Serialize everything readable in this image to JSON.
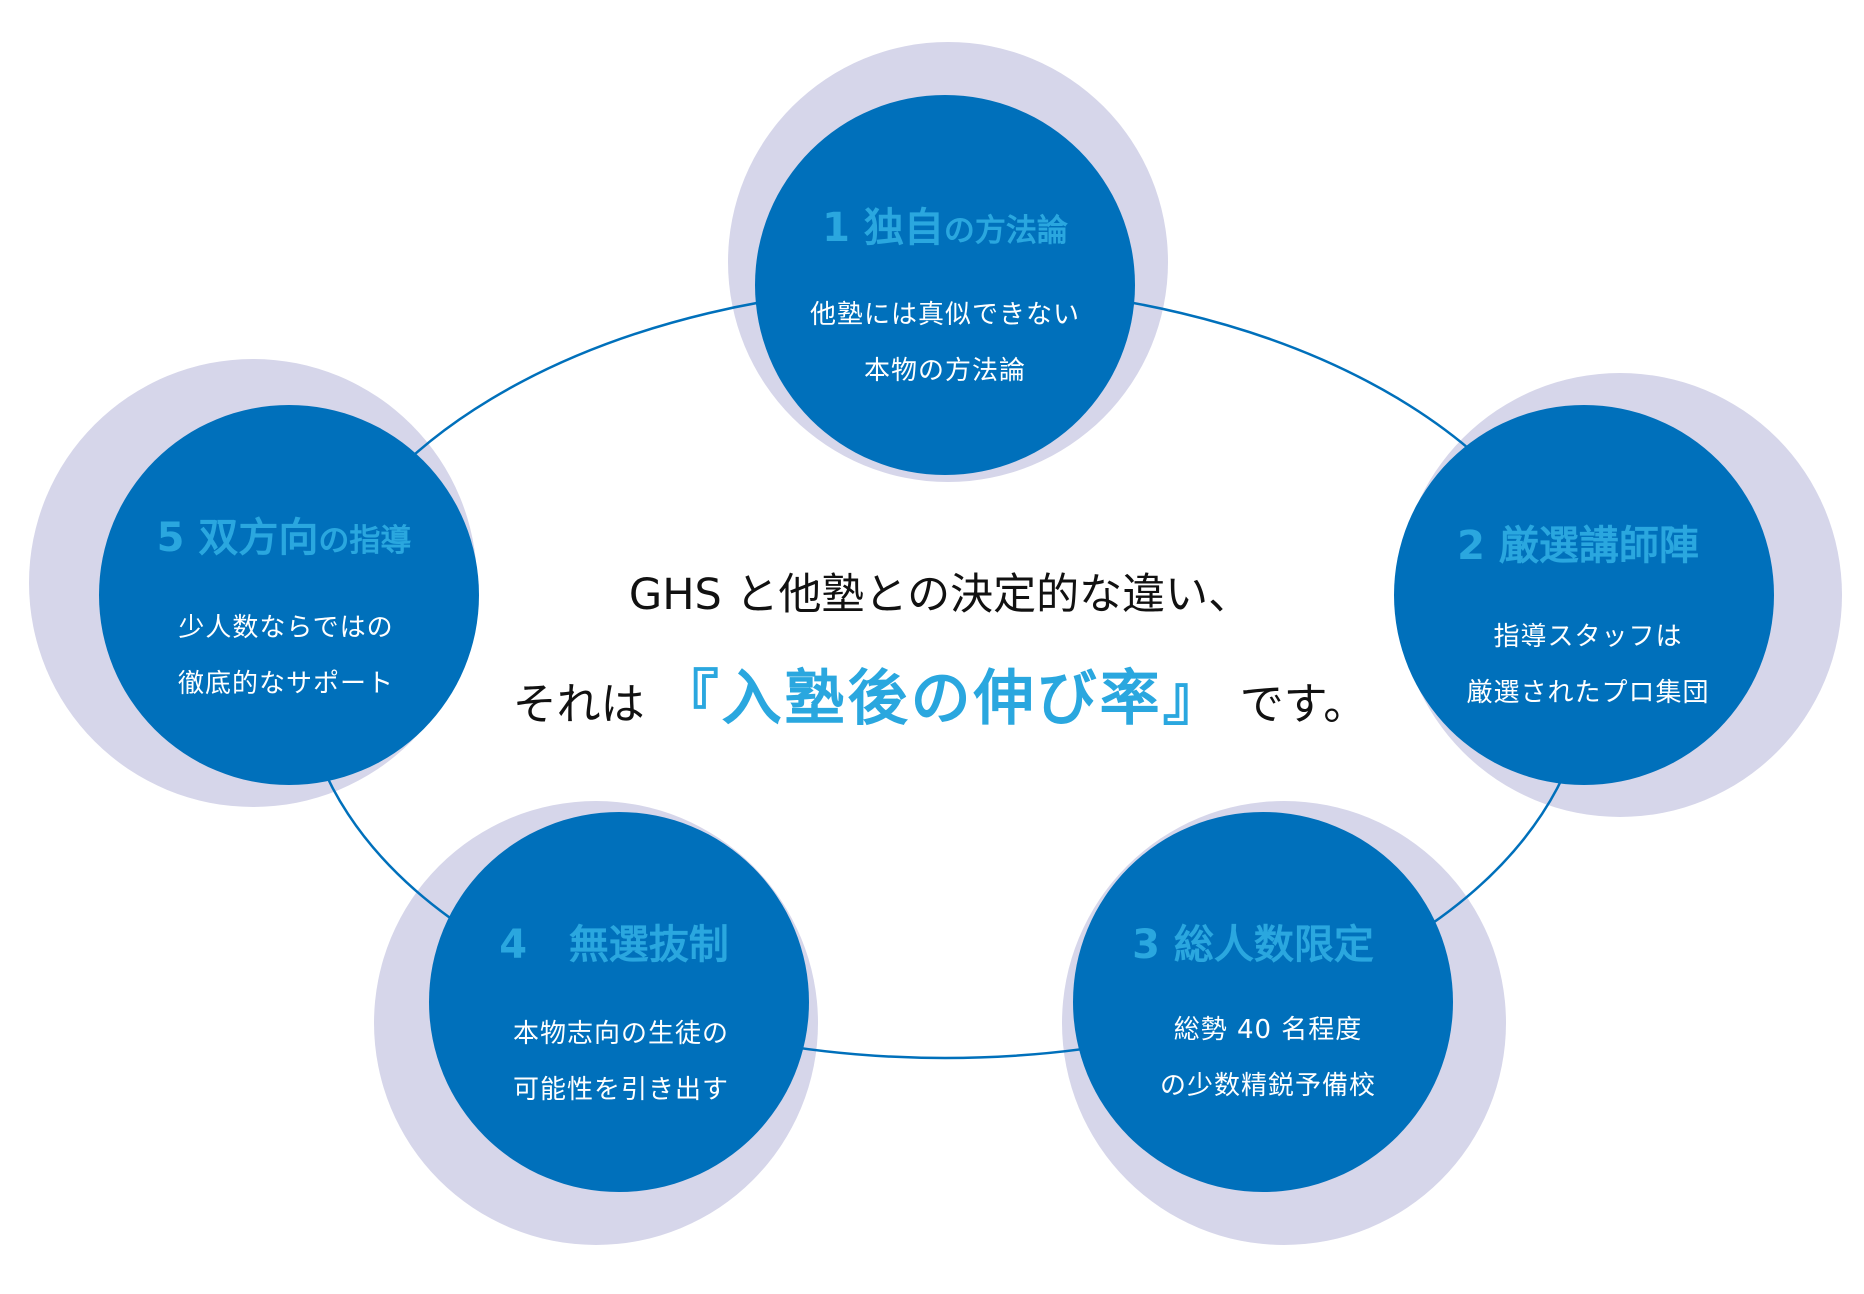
{
  "colors": {
    "circle": "#0070bb",
    "shadow": "#d6d6ea",
    "accent": "#2aa7df",
    "ring": "#0070bb"
  },
  "center": {
    "line1": "GHS と他塾との決定的な違い、",
    "line2_pre": "それは",
    "line2_highlight": "『入塾後の伸び率』",
    "line2_post": "です。"
  },
  "nodes": [
    {
      "num": "1",
      "title_main": "独自",
      "title_small": "の方法論",
      "desc1": "他塾には真似できない",
      "desc2": "本物の方法論"
    },
    {
      "num": "2",
      "title_main": "厳選講師陣",
      "title_small": "",
      "desc1": "指導スタッフは",
      "desc2": "厳選されたプロ集団"
    },
    {
      "num": "3",
      "title_main": "総人数限定",
      "title_small": "",
      "desc1": "総勢 40 名程度",
      "desc2": "の少数精鋭予備校"
    },
    {
      "num": "4",
      "title_main": "無選抜制",
      "title_small": "",
      "desc1": "本物志向の生徒の",
      "desc2": "可能性を引き出す"
    },
    {
      "num": "5",
      "title_main": "双方向",
      "title_small": "の指導",
      "desc1": "少人数ならではの",
      "desc2": "徹底的なサポート"
    }
  ]
}
